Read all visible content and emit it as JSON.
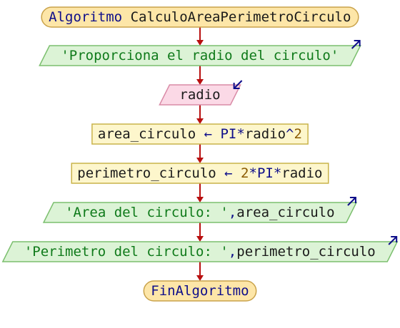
{
  "colors": {
    "terminal_fill": "#fde6a8",
    "terminal_stroke": "#c9a24a",
    "output_fill": "#dcf3d6",
    "output_stroke": "#7bbf6e",
    "input_fill": "#fbd9e6",
    "input_stroke": "#d98aa6",
    "process_fill": "#fdf6cc",
    "process_stroke": "#c9b34a",
    "arrow": "#b80f0f",
    "keyword": "#0d0d8a",
    "string": "#0f7a1a",
    "number": "#8a5a00"
  },
  "nodes": [
    {
      "id": "start",
      "shape": "terminal",
      "icon": "",
      "tokens": [
        {
          "t": "Algoritmo ",
          "c": "kw"
        },
        {
          "t": "CalculoAreaPerimetroCirculo",
          "c": "var"
        }
      ]
    },
    {
      "id": "out1",
      "shape": "output",
      "icon": "output-arrow-icon",
      "tokens": [
        {
          "t": "'Proporciona el radio del circulo'",
          "c": "str"
        }
      ]
    },
    {
      "id": "in1",
      "shape": "input",
      "icon": "input-arrow-icon",
      "tokens": [
        {
          "t": "radio",
          "c": "var"
        }
      ]
    },
    {
      "id": "assign1",
      "shape": "process",
      "icon": "",
      "tokens": [
        {
          "t": "area_circulo ",
          "c": "var"
        },
        {
          "t": "← ",
          "c": "op"
        },
        {
          "t": "PI",
          "c": "kw"
        },
        {
          "t": "*",
          "c": "op"
        },
        {
          "t": "radio",
          "c": "var"
        },
        {
          "t": "^",
          "c": "op"
        },
        {
          "t": "2",
          "c": "num"
        }
      ]
    },
    {
      "id": "assign2",
      "shape": "process",
      "icon": "",
      "tokens": [
        {
          "t": "perimetro_circulo ",
          "c": "var"
        },
        {
          "t": "← ",
          "c": "op"
        },
        {
          "t": "2",
          "c": "num"
        },
        {
          "t": "*",
          "c": "op"
        },
        {
          "t": "PI",
          "c": "kw"
        },
        {
          "t": "*",
          "c": "op"
        },
        {
          "t": "radio",
          "c": "var"
        }
      ]
    },
    {
      "id": "out2",
      "shape": "output",
      "icon": "output-arrow-icon",
      "tokens": [
        {
          "t": "'Area del circulo: '",
          "c": "str"
        },
        {
          "t": ",",
          "c": "op"
        },
        {
          "t": "area_circulo",
          "c": "var"
        }
      ]
    },
    {
      "id": "out3",
      "shape": "output",
      "icon": "output-arrow-icon",
      "tokens": [
        {
          "t": "'Perimetro del circulo: '",
          "c": "str"
        },
        {
          "t": ",",
          "c": "op"
        },
        {
          "t": "perimetro_circulo",
          "c": "var"
        }
      ]
    },
    {
      "id": "end",
      "shape": "terminal",
      "icon": "",
      "tokens": [
        {
          "t": "FinAlgoritmo",
          "c": "kw"
        }
      ]
    }
  ]
}
